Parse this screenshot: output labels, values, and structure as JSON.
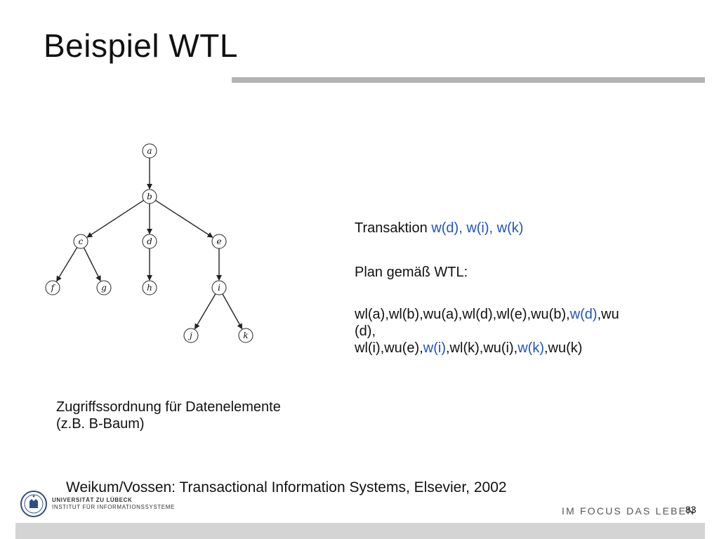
{
  "slide": {
    "title": "Beispiel WTL",
    "transaction_label": "Transaktion ",
    "transaction_ops": "w(d), w(i), w(k)",
    "plan_label": "Plan gemäß WTL:",
    "schedule": [
      [
        {
          "text": "wl(a),wl(b),wu(a),wl(d),wl(e),wu(b),",
          "highlight": false
        },
        {
          "text": "w(d)",
          "highlight": true
        },
        {
          "text": ",wu",
          "highlight": false
        }
      ],
      [
        {
          "text": "(d),",
          "highlight": false
        }
      ],
      [
        {
          "text": "wl(i),wu(e),",
          "highlight": false
        },
        {
          "text": "w(i)",
          "highlight": true
        },
        {
          "text": ",wl(k),wu(i),",
          "highlight": false
        },
        {
          "text": "w(k)",
          "highlight": true
        },
        {
          "text": ",wu(k)",
          "highlight": false
        }
      ]
    ],
    "caption_line1": "Zugriffssordnung für Datenelemente",
    "caption_line2": "(z.B. B-Baum)",
    "source": "Weikum/Vossen: Transactional Information Systems, Elsevier, 2002",
    "page_number": "83"
  },
  "tree": {
    "nodes": [
      "a",
      "b",
      "c",
      "d",
      "e",
      "f",
      "g",
      "h",
      "i",
      "j",
      "k"
    ],
    "edges": [
      [
        "a",
        "b"
      ],
      [
        "b",
        "c"
      ],
      [
        "b",
        "d"
      ],
      [
        "b",
        "e"
      ],
      [
        "c",
        "f"
      ],
      [
        "c",
        "g"
      ],
      [
        "d",
        "h"
      ],
      [
        "e",
        "i"
      ],
      [
        "i",
        "j"
      ],
      [
        "i",
        "k"
      ]
    ]
  },
  "footer": {
    "university_name": "UNIVERSITÄT ZU LÜBECK",
    "institute": "INSTITUT FÜR INFORMATIONSSYSTEME",
    "slogan": "IM FOCUS DAS LEBEN"
  },
  "colors": {
    "highlight": "#1f55b8",
    "rule_gray": "#b3b3b3",
    "bar_gray": "#d4d4d4"
  }
}
